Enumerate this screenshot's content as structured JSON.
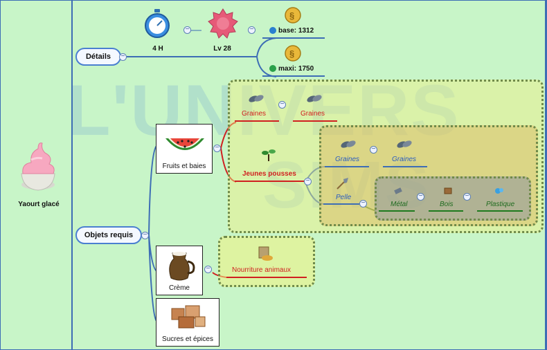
{
  "root": {
    "label": "Yaourt glacé"
  },
  "details": {
    "label": "Détails",
    "duration": "4 H",
    "level": "Lv 28",
    "price_base": "base: 1312",
    "price_maxi": "maxi: 1750"
  },
  "objets": {
    "label": "Objets requis",
    "items": [
      {
        "label": "Fruits et baies"
      },
      {
        "label": "Crème"
      },
      {
        "label": "Sucres et épices"
      }
    ]
  },
  "fruits_tree": {
    "graines_a": "Graines",
    "graines_b": "Graines",
    "jeunes_pousses": "Jeunes pousses",
    "graines_c": "Graines",
    "graines_d": "Graines",
    "pelle": "Pelle",
    "metal": "Métal",
    "bois": "Bois",
    "plastique": "Plastique"
  },
  "creme_tree": {
    "nourriture": "Nourriture animaux"
  },
  "watermark": {
    "line1": "L'UNIVERS",
    "line2": "SIMS"
  },
  "colors": {
    "background": "#c8f5c8",
    "accent": "#3d6db5",
    "red": "#d02020",
    "green": "#1e7a1e"
  }
}
